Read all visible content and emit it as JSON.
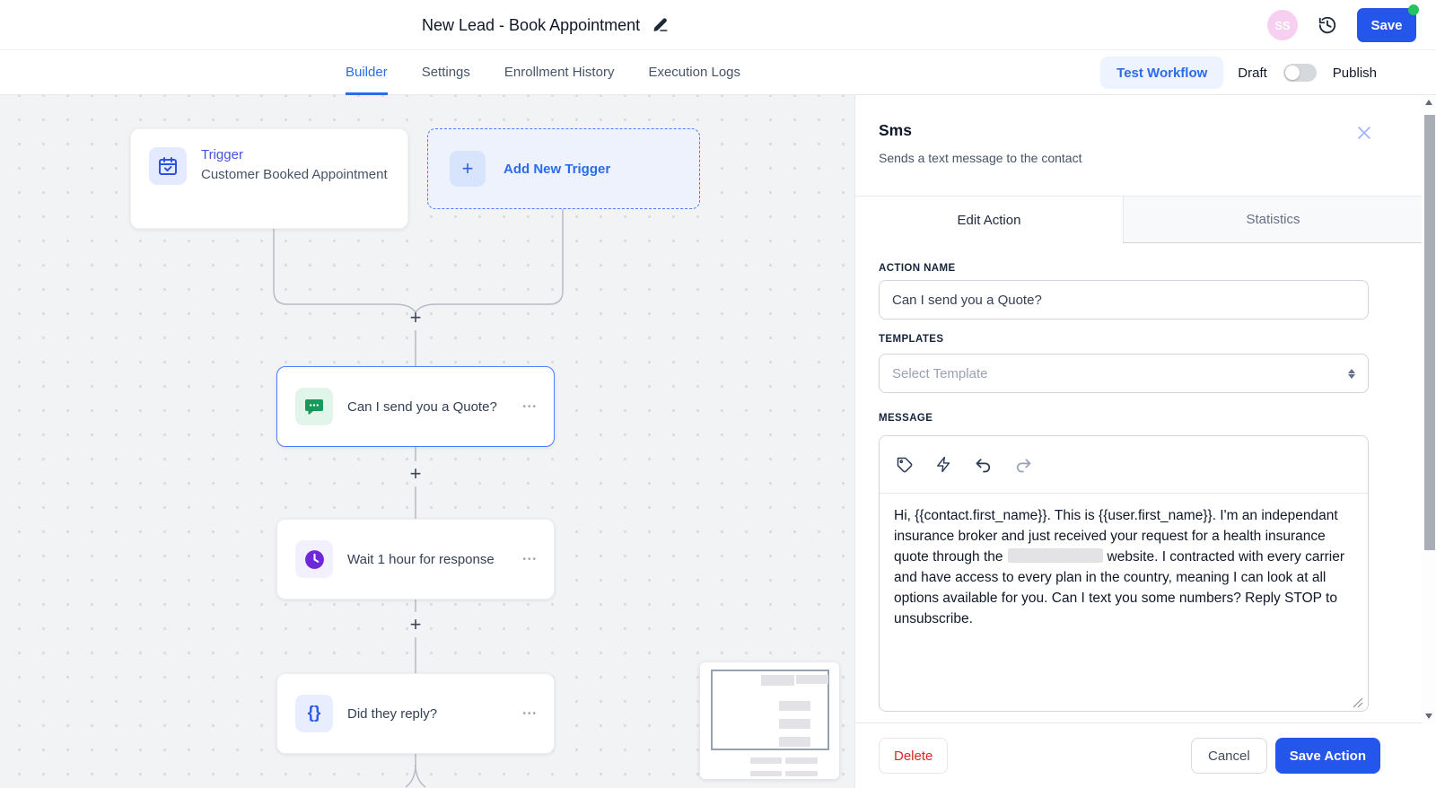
{
  "header": {
    "title": "New Lead - Book Appointment",
    "avatar_initials": "SS",
    "save_label": "Save"
  },
  "tabbar": {
    "tabs": [
      "Builder",
      "Settings",
      "Enrollment History",
      "Execution Logs"
    ],
    "active_tab": "Builder",
    "test_workflow_label": "Test Workflow",
    "draft_label": "Draft",
    "publish_label": "Publish"
  },
  "canvas": {
    "plus": "+",
    "menu_dots": "•••",
    "trigger": {
      "label": "Trigger",
      "title": "Customer Booked Appointment"
    },
    "add_trigger": {
      "label": "Add New Trigger",
      "plus": "+"
    },
    "condition_glyph": "{}",
    "nodes": [
      {
        "title": "Can I send you a Quote?",
        "type": "sms"
      },
      {
        "title": "Wait 1 hour for response",
        "type": "wait"
      },
      {
        "title": "Did they reply?",
        "type": "condition"
      }
    ]
  },
  "panel": {
    "title": "Sms",
    "subtitle": "Sends a text message to the contact",
    "edit_tab": "Edit Action",
    "stats_tab": "Statistics",
    "action_name_label": "ACTION NAME",
    "action_name_value": "Can I send you a Quote?",
    "templates_label": "TEMPLATES",
    "templates_placeholder": "Select Template",
    "message_label": "MESSAGE",
    "message_before": "Hi, {{contact.first_name}}. This is {{user.first_name}}. I'm an independant insurance broker and just received your request for a health insurance quote through the",
    "message_after": "website. I contracted with every carrier and have access to every plan in the country, meaning I can look at all options available for you. Can I text you some numbers? Reply STOP to unsubscribe.",
    "delete_label": "Delete",
    "cancel_label": "Cancel",
    "save_action_label": "Save Action"
  },
  "colors": {
    "primary_blue": "#2456eb",
    "link_blue": "#2a6ceb",
    "green_status_dot": "#22c55e",
    "sms_green": "#17995c",
    "wait_purple": "#6d28d9",
    "condition_blue": "#2d5be8",
    "delete_red": "#e02424",
    "avatar_pink": "#f6cff1",
    "selected_node_border": "#4d7cfe"
  }
}
